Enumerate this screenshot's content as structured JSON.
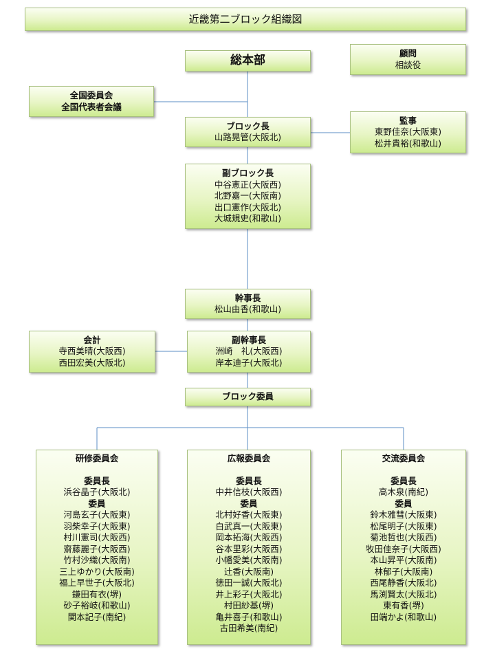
{
  "title": "近畿第二ブロック組織図",
  "headquarters": "総本部",
  "advisor": {
    "title": "顧問",
    "subtitle": "相談役"
  },
  "national_committee": {
    "line1": "全国委員会",
    "line2": "全国代表者会議"
  },
  "block_leader": {
    "title": "ブロック長",
    "members": [
      "山路晃管(大阪北)"
    ]
  },
  "auditor": {
    "title": "監事",
    "members": [
      "東野佳奈(大阪東)",
      "松井貴裕(和歌山)"
    ]
  },
  "vice_block_leader": {
    "title": "副ブロック長",
    "members": [
      "中谷憲正(大阪西)",
      "北野嘉一(大阪南)",
      "出口憲作(大阪北)",
      "大城規史(和歌山)"
    ]
  },
  "secretary_general": {
    "title": "幹事長",
    "members": [
      "松山由香(和歌山)"
    ]
  },
  "accounting": {
    "title": "会計",
    "members": [
      "寺西美晴(大阪西)",
      "西田宏美(大阪北)"
    ]
  },
  "vice_secretary_general": {
    "title": "副幹事長",
    "members": [
      "洲崎　礼(大阪西)",
      "岸本迪子(大阪北)"
    ]
  },
  "block_committee": "ブロック委員",
  "committees": [
    {
      "name": "研修委員会",
      "chair_label": "委員長",
      "chair": "浜谷晶子(大阪北)",
      "members_label": "委員",
      "members": [
        "河島玄子(大阪東)",
        "羽柴幸子(大阪東)",
        "村川憲司(大阪西)",
        "齋藤麗子(大阪西)",
        "竹村沙織(大阪南)",
        "三上ゆかり(大阪南)",
        "福上早世子(大阪北)",
        "鎌田有衣(堺)",
        "砂子裕岐(和歌山)",
        "関本記子(南紀)"
      ]
    },
    {
      "name": "広報委員会",
      "chair_label": "委員長",
      "chair": "中井信枝(大阪西)",
      "members_label": "委員",
      "members": [
        "北村好香(大阪東)",
        "白武真一(大阪東)",
        "岡本拓海(大阪西)",
        "谷本里彩(大阪西)",
        "小幡愛美(大阪南)",
        "辻香(大阪南)",
        "徳田一誠(大阪北)",
        "井上彩子(大阪北)",
        "村田紗基(堺)",
        "亀井喜子(和歌山)",
        "古田希美(南紀)"
      ]
    },
    {
      "name": "交流委員会",
      "chair_label": "委員長",
      "chair": "高木泉(南紀)",
      "members_label": "委員",
      "members": [
        "鈴木雅彗(大阪東)",
        "松尾明子(大阪東)",
        "菊池哲也(大阪西)",
        "牧田佳奈子(大阪西)",
        "本山昇平(大阪南)",
        "林郁子(大阪南)",
        "西尾静香(大阪北)",
        "馬渕賢太(大阪北)",
        "東有香(堺)",
        "田端かよ(和歌山)"
      ]
    }
  ]
}
